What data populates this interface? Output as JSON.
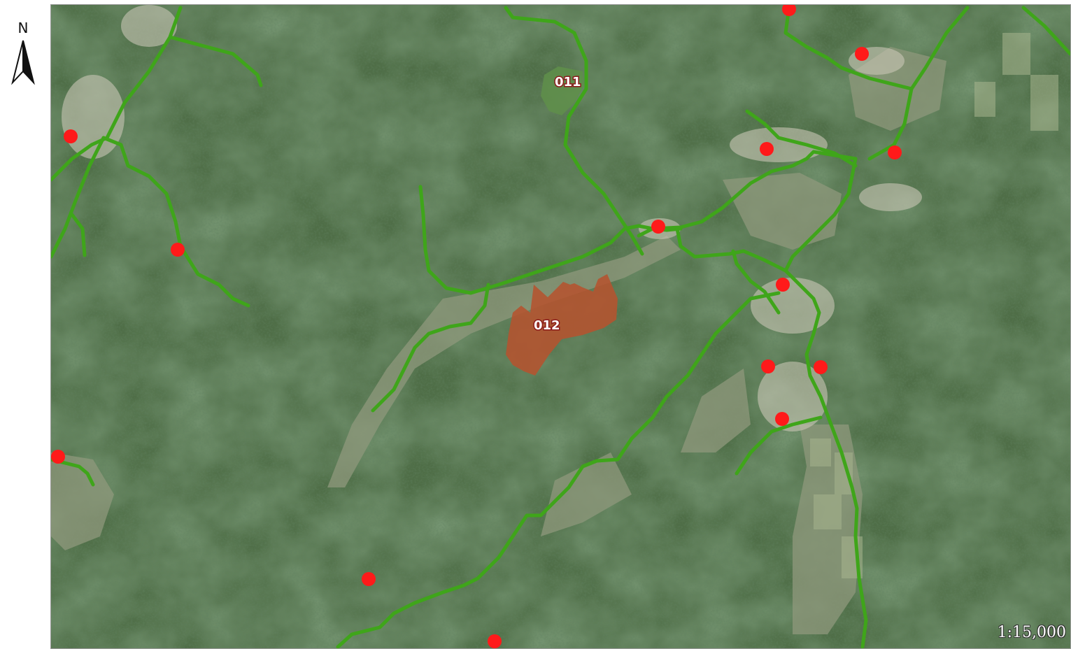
{
  "north_arrow": {
    "label": "N"
  },
  "map": {
    "scale": "1:15,000",
    "colors": {
      "road": "#3fa51a",
      "poi": "#ff1a1a",
      "parcel_012": "#b5532f",
      "parcel_011": "#5f8f4a",
      "forest_dark": "#2f4a2c",
      "forest_mid": "#4c6b45",
      "farmland": "#8c9a7a",
      "village": "#b9b7a8"
    },
    "parcels": [
      {
        "id": "011",
        "label": "011"
      },
      {
        "id": "012",
        "label": "012"
      }
    ],
    "layers": [
      "satellite-imagery",
      "roads",
      "points-of-interest",
      "parcels"
    ]
  }
}
